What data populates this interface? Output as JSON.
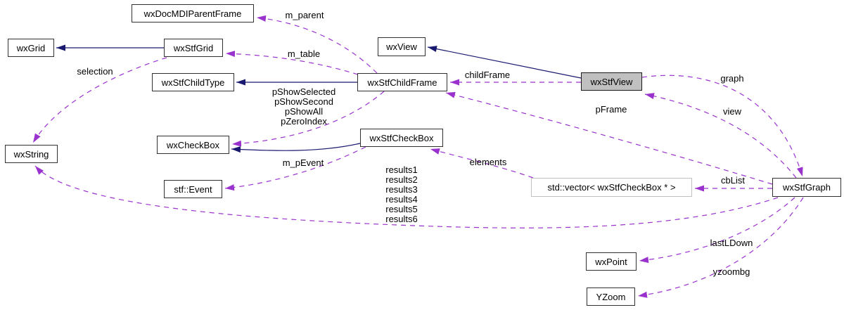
{
  "diagram": {
    "kind": "class-collaboration-graph",
    "colors": {
      "background": "#ffffff",
      "inheritance_edge": "#191970",
      "usage_edge": "#9a32cd",
      "node_border": "#303030",
      "external_node_border": "#c0c0c0",
      "highlight_node_fill": "#c0c0c0",
      "text": "#000000"
    },
    "nodes": [
      {
        "label": "wxDocMDIParentFrame",
        "highlighted": false
      },
      {
        "label": "wxGrid",
        "highlighted": false
      },
      {
        "label": "wxStfGrid",
        "highlighted": false
      },
      {
        "label": "wxView",
        "highlighted": false
      },
      {
        "label": "wxStfChildType",
        "highlighted": false
      },
      {
        "label": "wxStfChildFrame",
        "highlighted": false
      },
      {
        "label": "wxStfView",
        "highlighted": true
      },
      {
        "label": "wxCheckBox",
        "highlighted": false
      },
      {
        "label": "wxStfCheckBox",
        "highlighted": false
      },
      {
        "label": "wxString",
        "highlighted": false
      },
      {
        "label": "stf::Event",
        "highlighted": false
      },
      {
        "label": "std::vector< wxStfCheckBox * >",
        "highlighted": false
      },
      {
        "label": "wxStfGraph",
        "highlighted": false
      },
      {
        "label": "wxPoint",
        "highlighted": false
      },
      {
        "label": "YZoom",
        "highlighted": false
      }
    ],
    "edges": [
      {
        "from": "wxStfGrid",
        "to": "wxGrid",
        "style": "inheritance",
        "label": ""
      },
      {
        "from": "wxStfChildFrame",
        "to": "wxStfChildType",
        "style": "inheritance",
        "label": ""
      },
      {
        "from": "wxStfView",
        "to": "wxView",
        "style": "inheritance",
        "label": ""
      },
      {
        "from": "wxStfCheckBox",
        "to": "wxCheckBox",
        "style": "inheritance",
        "label": ""
      },
      {
        "from": "wxStfChildFrame",
        "to": "wxDocMDIParentFrame",
        "style": "usage",
        "label": "m_parent"
      },
      {
        "from": "wxStfChildFrame",
        "to": "wxStfGrid",
        "style": "usage",
        "label": "m_table"
      },
      {
        "from": "wxStfGrid",
        "to": "wxString",
        "style": "usage",
        "label": "selection"
      },
      {
        "from": "wxStfView",
        "to": "wxStfChildFrame",
        "style": "usage",
        "label": "childFrame"
      },
      {
        "from": "wxStfGraph",
        "to": "wxStfChildFrame",
        "style": "usage",
        "label": "pFrame"
      },
      {
        "from": "wxStfView",
        "to": "wxStfGraph",
        "style": "usage",
        "label": "graph"
      },
      {
        "from": "wxStfGraph",
        "to": "wxStfView",
        "style": "usage",
        "label": "view"
      },
      {
        "from": "wxStfChildFrame",
        "to": "wxCheckBox",
        "style": "usage",
        "label": "pShowSelected\npShowSecond\npShowAll\npZeroIndex"
      },
      {
        "from": "wxStfCheckBox",
        "to": "stf::Event",
        "style": "usage",
        "label": "m_pEvent"
      },
      {
        "from": "std::vector< wxStfCheckBox * >",
        "to": "wxStfCheckBox",
        "style": "usage",
        "label": "elements"
      },
      {
        "from": "wxStfGraph",
        "to": "std::vector< wxStfCheckBox * >",
        "style": "usage",
        "label": "cbList"
      },
      {
        "from": "wxStfGraph",
        "to": "wxString",
        "style": "usage",
        "label": "results1\nresults2\nresults3\nresults4\nresults5\nresults6"
      },
      {
        "from": "wxStfGraph",
        "to": "wxPoint",
        "style": "usage",
        "label": "lastLDown"
      },
      {
        "from": "wxStfGraph",
        "to": "YZoom",
        "style": "usage",
        "label": "yzoombg"
      }
    ]
  }
}
